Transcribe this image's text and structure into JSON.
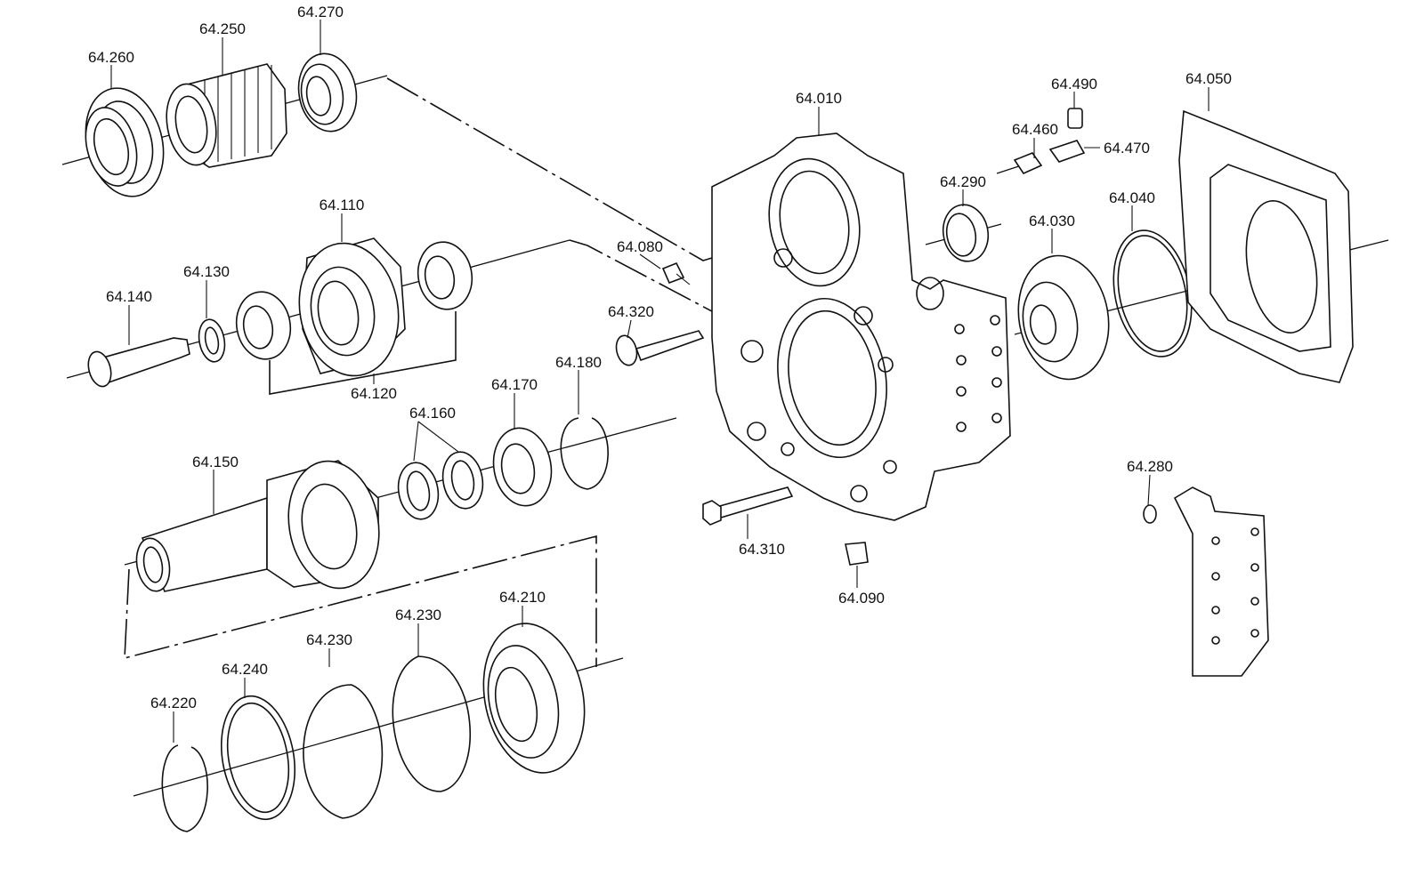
{
  "callouts": [
    {
      "id": "64.260"
    },
    {
      "id": "64.250"
    },
    {
      "id": "64.270"
    },
    {
      "id": "64.010"
    },
    {
      "id": "64.490"
    },
    {
      "id": "64.460"
    },
    {
      "id": "64.470"
    },
    {
      "id": "64.050"
    },
    {
      "id": "64.290"
    },
    {
      "id": "64.110"
    },
    {
      "id": "64.080"
    },
    {
      "id": "64.030"
    },
    {
      "id": "64.040"
    },
    {
      "id": "64.130"
    },
    {
      "id": "64.140"
    },
    {
      "id": "64.320"
    },
    {
      "id": "64.180"
    },
    {
      "id": "64.170"
    },
    {
      "id": "64.120"
    },
    {
      "id": "64.160"
    },
    {
      "id": "64.150"
    },
    {
      "id": "64.280"
    },
    {
      "id": "64.310"
    },
    {
      "id": "64.090"
    },
    {
      "id": "64.210"
    },
    {
      "id": "64.230"
    },
    {
      "id": "64.230"
    },
    {
      "id": "64.240"
    },
    {
      "id": "64.220"
    }
  ]
}
